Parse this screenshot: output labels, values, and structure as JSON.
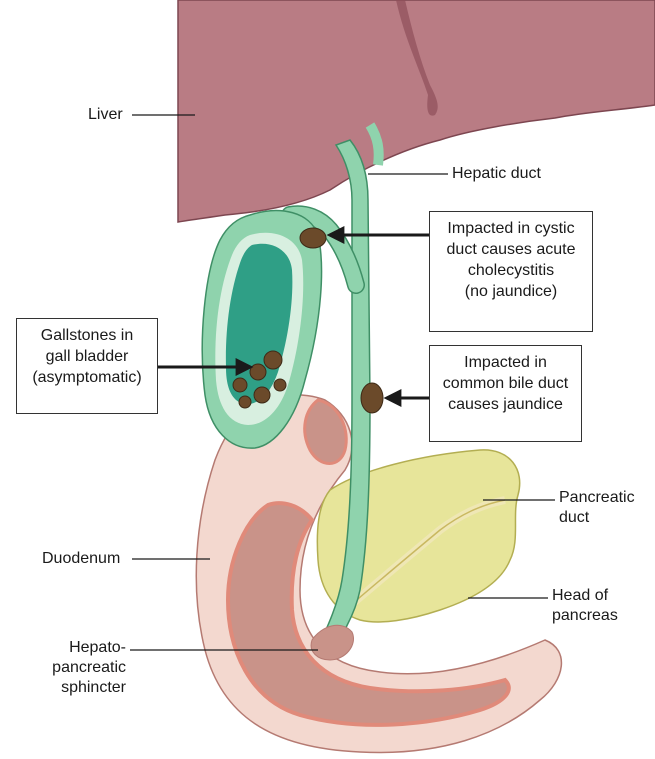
{
  "labels": {
    "liver": "Liver",
    "hepatic_duct": "Hepatic duct",
    "pancreatic_duct": [
      "Pancreatic",
      "duct"
    ],
    "duodenum": "Duodenum",
    "head_of_pancreas": [
      "Head of",
      "pancreas"
    ],
    "sphincter": [
      "Hepato-",
      "pancreatic",
      "sphincter"
    ]
  },
  "callouts": {
    "cystic": [
      "Impacted in cystic",
      "duct causes acute",
      "cholecystitis",
      "(no jaundice)"
    ],
    "gallbladder": [
      "Gallstones in",
      "gall bladder",
      "(asymptomatic)"
    ],
    "common_bile": [
      "Impacted in",
      "common bile duct",
      "causes jaundice"
    ]
  },
  "colors": {
    "liver": "#b97c84",
    "liver_dark": "#8e4f5a",
    "bile_duct": "#8fd3ad",
    "bile_duct_edge": "#3f8f66",
    "gallbladder_inner": "#2f9f86",
    "stone": "#6b4a2a",
    "duodenum_outer": "#f3d8cf",
    "duodenum_wall": "#e08a7a",
    "duodenum_lumen": "#c99389",
    "pancreas": "#e7e59a"
  }
}
